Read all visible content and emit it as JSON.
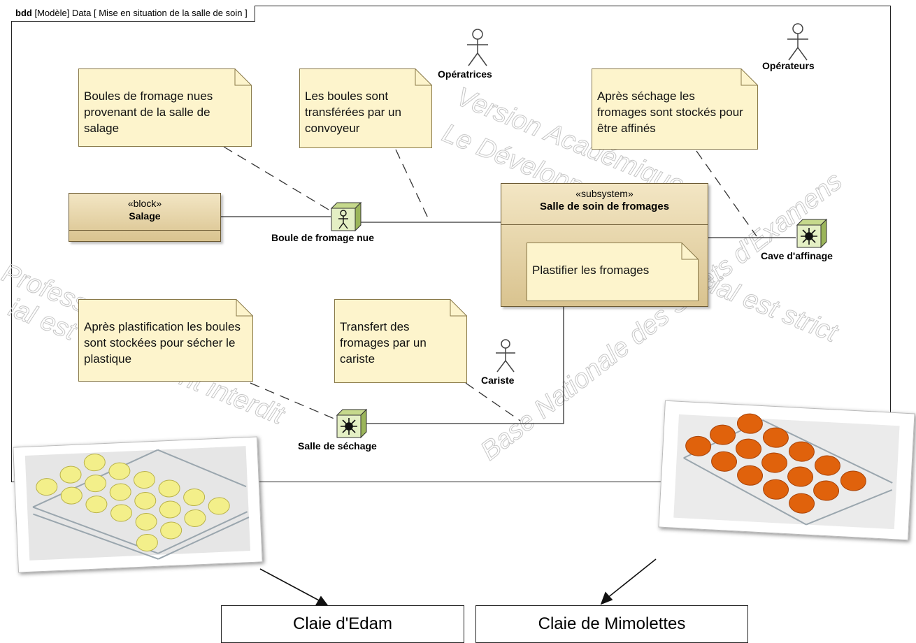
{
  "frame": {
    "kind": "bdd",
    "title": "[Modèle] Data [ Mise en situation de la salle de soin ]"
  },
  "watermarks": [
    "Version Académique",
    "Le Développement",
    "Professeur",
    "Base Nationale des Sujets d'Examens",
    "ial est strictement interdit",
    "commercial est strict"
  ],
  "notes": {
    "boules_nues": "Boules de fromage nues provenant de la salle de salage",
    "convoyeur": "Les boules sont transférées par un convoyeur",
    "sechage_affines": "Après séchage les fromages sont stockés pour être affinés",
    "plastification": "Après plastification les boules sont stockées pour sécher le plastique",
    "cariste": "Transfert des fromages par un cariste",
    "plastifier": "Plastifier les fromages"
  },
  "blocks": {
    "salage": {
      "stereotype": "«block»",
      "name": "Salage"
    },
    "salle_soin": {
      "stereotype": "«subsystem»",
      "name": "Salle de soin de fromages"
    }
  },
  "actors": {
    "operatrices": "Opératrices",
    "operateurs": "Opérateurs",
    "cariste": "Cariste"
  },
  "elements": {
    "boule_nue": "Boule de fromage nue",
    "cave": "Cave d'affinage",
    "sechage": "Salle de séchage"
  },
  "captions": {
    "edam": "Claie d'Edam",
    "mimolettes": "Claie de Mimolettes"
  },
  "colors": {
    "note_fill": "#fdf4cc",
    "block_fill": "#e6d3a3",
    "edam": "#f3ef8a",
    "mimolette": "#e0620c"
  }
}
